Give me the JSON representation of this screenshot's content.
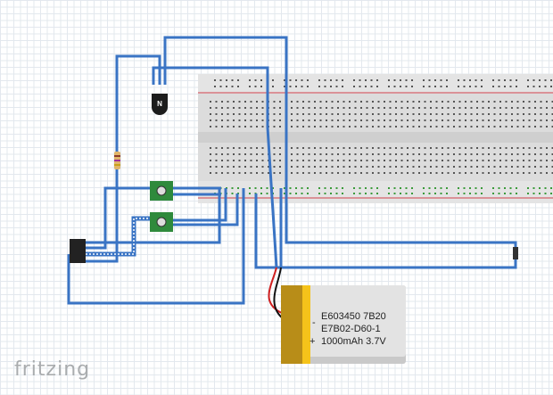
{
  "logo": "fritzing",
  "transistor": {
    "label": "N"
  },
  "battery": {
    "line1": "E603450 7B20",
    "line2": "E7B02-D60-1",
    "line3": "1000mAh 3.7V",
    "minus": "-",
    "plus": "+"
  },
  "colors": {
    "wire": "#3a74c4",
    "breadboard": "#d9d9d9",
    "rail_line": "#d0414a",
    "pcb": "#2f8a3c",
    "battery_wrap": "#c79a17"
  }
}
